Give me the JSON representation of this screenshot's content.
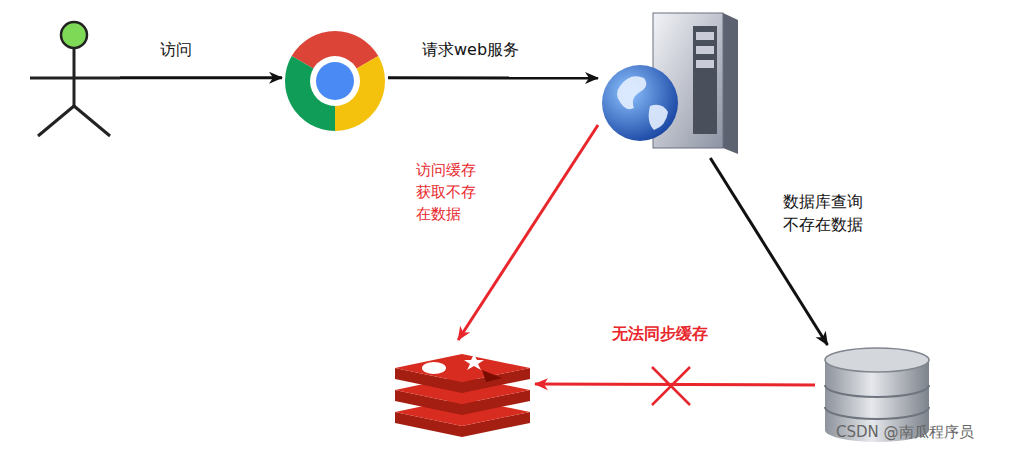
{
  "diagram": {
    "nodes": [
      {
        "text": []
      },
      {
        "text": []
      },
      {
        "text": []
      },
      {
        "text": []
      },
      {
        "text": []
      }
    ],
    "edges": [
      {
        "from": 0,
        "to": 1,
        "label": "访问",
        "arrow": "to"
      },
      {
        "from": 1,
        "to": 2,
        "label": "请求web服务",
        "arrow": "to"
      },
      {
        "from": 2,
        "to": 3,
        "label": "访问缓存 获取不存 在数据",
        "arrow": "to"
      },
      {
        "from": 2,
        "to": 4,
        "label": "数据库查询 不存在数据",
        "arrow": "to"
      },
      {
        "from": 4,
        "to": 3,
        "label": "无法同步缓存",
        "arrow": "to"
      }
    ],
    "labels": [
      "CSDN @南瓜程序员"
    ]
  }
}
